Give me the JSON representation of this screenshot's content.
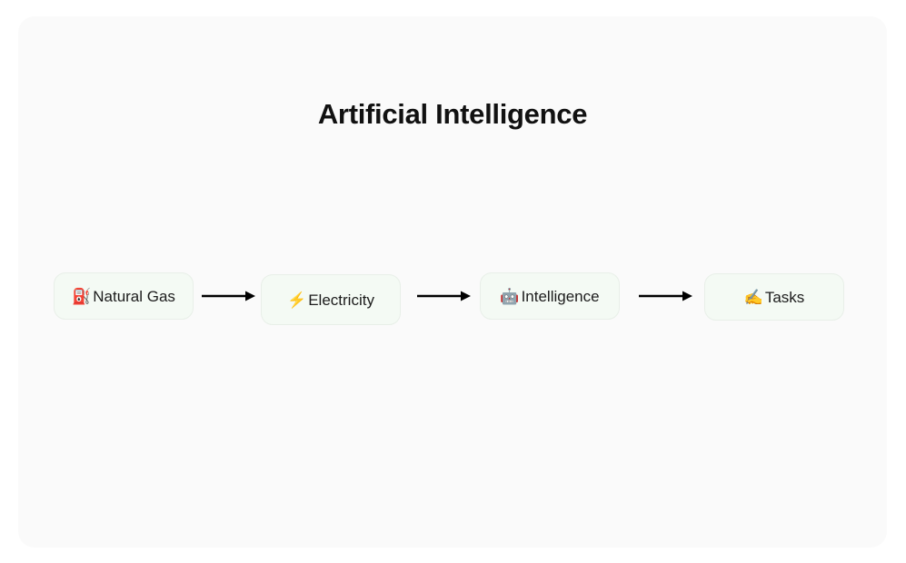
{
  "diagram": {
    "title": "Artificial Intelligence",
    "canvas_background": "#fafafa",
    "node_background": "#f4faf4",
    "node_border": "#e8efe8",
    "text_color": "#1c1c1c",
    "arrow_color": "#000000",
    "nodes": [
      {
        "id": "natural-gas",
        "emoji": "⛽",
        "emoji_name": "fuel-pump-icon",
        "label": "Natural Gas"
      },
      {
        "id": "electricity",
        "emoji": "⚡",
        "emoji_name": "lightning-bolt-icon",
        "label": "Electricity"
      },
      {
        "id": "intelligence",
        "emoji": "🤖",
        "emoji_name": "robot-icon",
        "label": "Intelligence"
      },
      {
        "id": "tasks",
        "emoji": "✍️",
        "emoji_name": "writing-hand-icon",
        "label": "Tasks"
      }
    ],
    "arrows": [
      {
        "id": "arrow-1",
        "from": "natural-gas",
        "to": "electricity",
        "direction": "right"
      },
      {
        "id": "arrow-2",
        "from": "electricity",
        "to": "intelligence",
        "direction": "right"
      },
      {
        "id": "arrow-3",
        "from": "intelligence",
        "to": "tasks",
        "direction": "right"
      }
    ]
  }
}
